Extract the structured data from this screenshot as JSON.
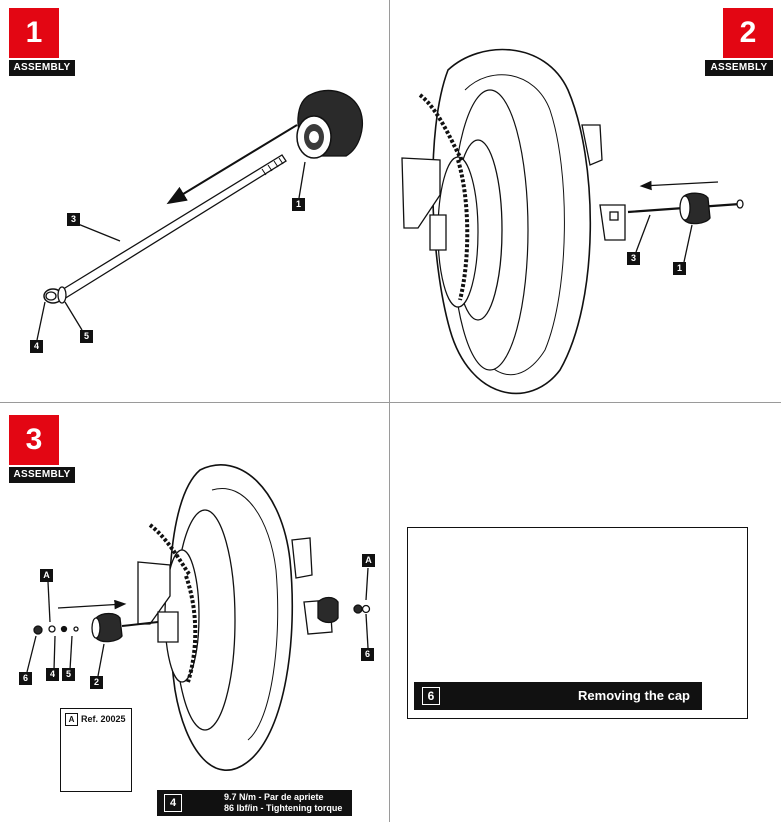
{
  "steps": [
    {
      "number": "1",
      "label": "ASSEMBLY"
    },
    {
      "number": "2",
      "label": "ASSEMBLY"
    },
    {
      "number": "3",
      "label": "ASSEMBLY"
    }
  ],
  "callouts": {
    "s1_1": "1",
    "s1_3": "3",
    "s1_4": "4",
    "s1_5": "5",
    "s2_3": "3",
    "s2_1": "1",
    "s3_A_left": "A",
    "s3_A_right": "A",
    "s3_6_left": "6",
    "s3_4": "4",
    "s3_5": "5",
    "s3_2": "2",
    "s3_6_right": "6"
  },
  "reference": {
    "letter": "A",
    "text": "Ref. 20025"
  },
  "torque": {
    "number": "4",
    "line1": "9.7 N/m - Par de apriete",
    "line2": "86 lbf/in - Tightening torque"
  },
  "removal": {
    "number": "6",
    "caption": "Removing the cap"
  },
  "colors": {
    "accent": "#e30613",
    "ink": "#111111",
    "tire": "#ffffff",
    "cap": "#2a2a2a"
  }
}
